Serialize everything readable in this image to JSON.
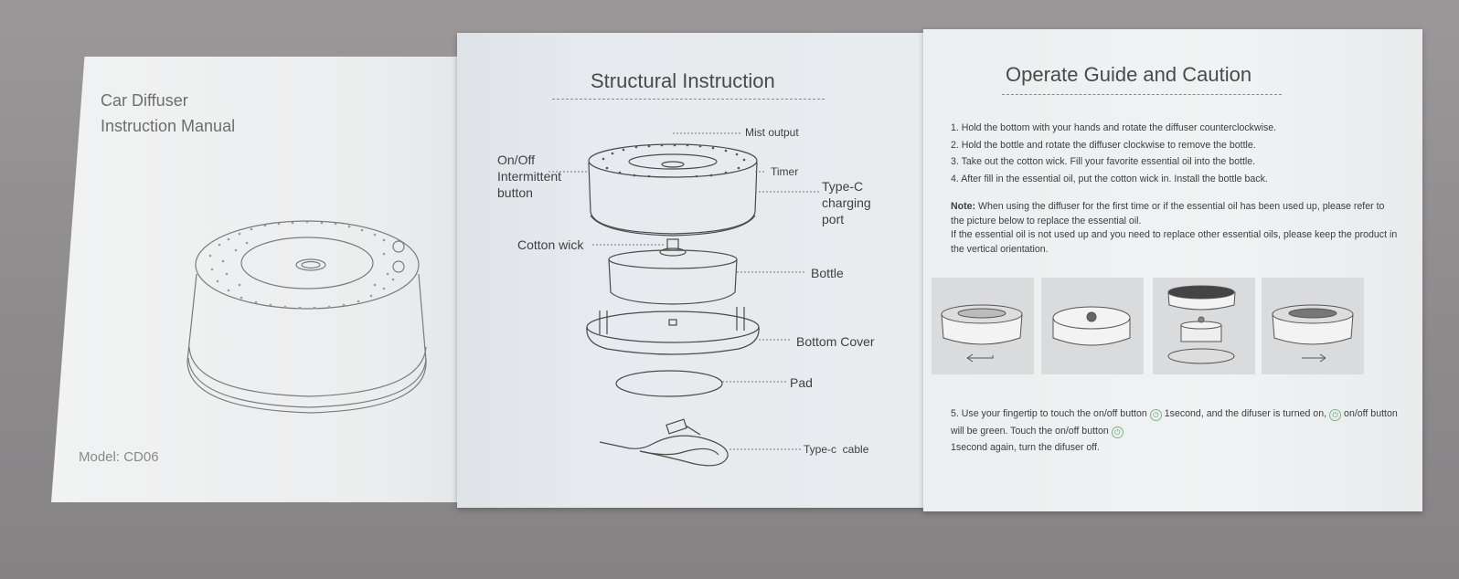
{
  "cover": {
    "title": "Car Diffuser\nInstruction Manual",
    "model": "Model: CD06"
  },
  "structure": {
    "title": "Structural Instruction",
    "labels": {
      "mist_output": "Mist output",
      "onoff": "On/Off\nIntermittent\nbutton",
      "timer": "Timer",
      "typec_port": "Type-C\ncharging\nport",
      "cotton_wick": "Cotton wick",
      "bottle": "Bottle",
      "bottom_cover": "Bottom Cover",
      "pad": "Pad",
      "cable": "Type-c  cable"
    }
  },
  "guide": {
    "title": "Operate Guide and Caution",
    "steps": [
      "1. Hold the bottom with your hands and rotate the diffuser counterclockwise.",
      "2. Hold the bottle and rotate the diffuser clockwise to remove the bottle.",
      "3. Take out the cotton wick. Fill your favorite essential oil into the bottle.",
      "4. After fill in the essential oil, put the cotton wick in. Install the bottle back."
    ],
    "note_label": "Note:",
    "note_text": " When using the diffuser for the first time or if the essential oil has been used up, please refer to the picture below to replace the essential oil.",
    "note_text2": "If the essential oil is not used up and you need to replace other essential oils, please keep the product in the vertical orientation.",
    "step5_a": "5. Use your fingertip to touch the on/off button",
    "step5_b": "1second, and the difuser is turned on,",
    "step5_c": "on/off button will be green. Touch the on/off button",
    "step5_d": "1second again, turn the difuser off.",
    "power_symbol": "⏻"
  },
  "colors": {
    "background": "#8f8d8e",
    "power_icon": "#5e9a6b"
  }
}
